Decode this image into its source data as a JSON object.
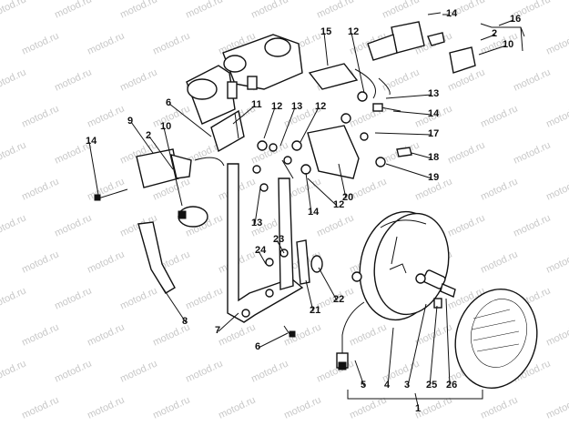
{
  "watermark": "motod.ru",
  "callouts": [
    "14",
    "16",
    "2",
    "10",
    "15",
    "12",
    "13",
    "14",
    "11",
    "12",
    "13",
    "12",
    "6",
    "17",
    "9",
    "10",
    "2",
    "14",
    "18",
    "19",
    "20",
    "13",
    "14",
    "12",
    "24",
    "23",
    "22",
    "8",
    "21",
    "7",
    "6",
    "5",
    "4",
    "3",
    "25",
    "26",
    "1"
  ]
}
